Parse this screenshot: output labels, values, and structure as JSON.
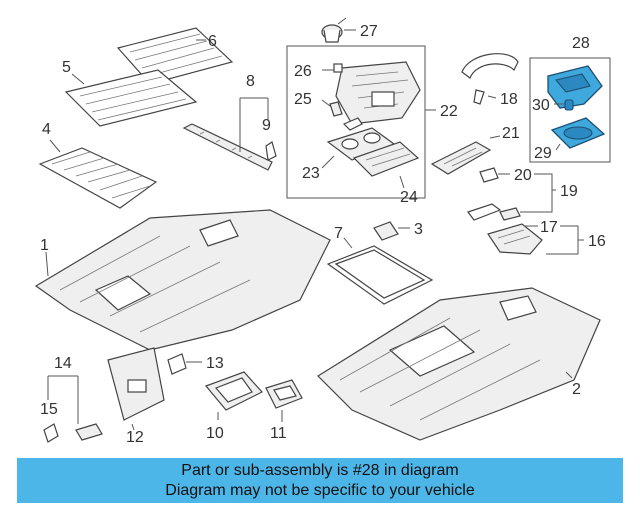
{
  "callouts": {
    "c1": "1",
    "c2": "2",
    "c3": "3",
    "c4": "4",
    "c5": "5",
    "c6": "6",
    "c7": "7",
    "c8": "8",
    "c9": "9",
    "c10": "10",
    "c11": "11",
    "c12": "12",
    "c13": "13",
    "c14": "14",
    "c15": "15",
    "c16": "16",
    "c17": "17",
    "c18": "18",
    "c19": "19",
    "c20": "20",
    "c21": "21",
    "c22": "22",
    "c23": "23",
    "c24": "24",
    "c25": "25",
    "c26": "26",
    "c27": "27",
    "c28": "28",
    "c29": "29",
    "c30": "30"
  },
  "banner": {
    "line1": "Part or sub-assembly is #28 in diagram",
    "line2": "Diagram may not be specific to your vehicle"
  },
  "colors": {
    "highlight": "#3fa9de",
    "banner_bg": "#4db6e8"
  }
}
